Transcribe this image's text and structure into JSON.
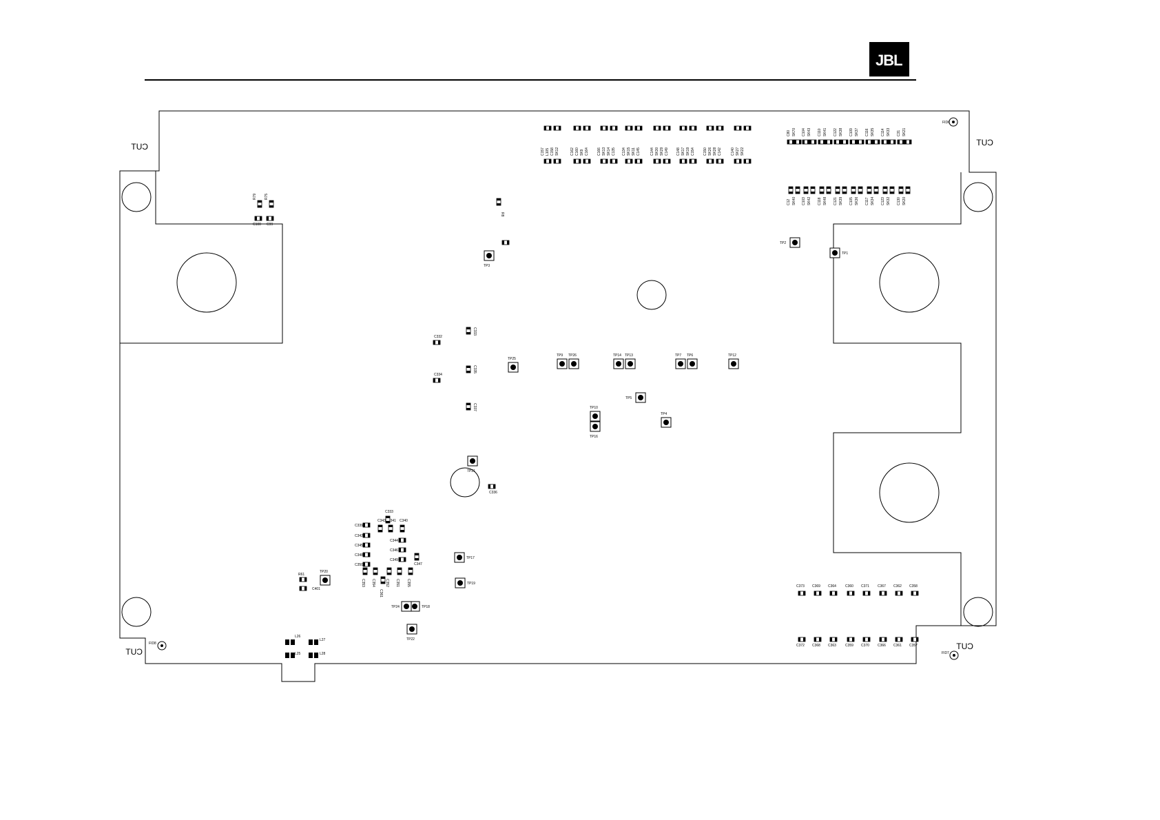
{
  "header": {
    "brand": "JBL"
  },
  "board": {
    "cut_labels": [
      "CUT",
      "CUT",
      "CUT",
      "CUT"
    ],
    "fiducials": [
      "FID6",
      "FID8",
      "FID7"
    ],
    "test_points": [
      "TP3",
      "TP25",
      "TP9",
      "TP26",
      "TP14",
      "TP13",
      "TP7",
      "TP6",
      "TP12",
      "TP5",
      "TP10",
      "TP16",
      "TP4",
      "TP1",
      "TP2",
      "TP21",
      "TP17",
      "TP19",
      "TP20",
      "TP18",
      "TP24",
      "TP22"
    ],
    "components_top": [
      "C157",
      "L105",
      "C158",
      "SK12",
      "C162",
      "C160",
      "SK9",
      "C164",
      "C166",
      "SK13",
      "SK14",
      "C135",
      "C134",
      "SK15",
      "SK11",
      "C145",
      "C144",
      "SK30",
      "SK29",
      "C149",
      "C148",
      "SK17",
      "SK19",
      "C154",
      "C150",
      "SK26",
      "SK28",
      "C142",
      "C140",
      "SK27",
      "SK22"
    ],
    "components_top_right": [
      "C80",
      "SK70",
      "C104",
      "SK43",
      "C110",
      "SK41",
      "C122",
      "SK38",
      "C109",
      "SK37",
      "C116",
      "SK35",
      "C114",
      "SK33",
      "C31",
      "SK21"
    ],
    "components_mid_right": [
      "C12",
      "SK40",
      "C103",
      "SK42",
      "C118",
      "SK48",
      "C121",
      "SK39",
      "C105",
      "SK36",
      "C117",
      "SK34",
      "C123",
      "SK32",
      "C130",
      "SK20"
    ],
    "components_left": [
      "R79",
      "R75",
      "C100",
      "C99",
      "R8",
      "C333",
      "C332",
      "C335",
      "C334",
      "C337",
      "C336",
      "TP21"
    ],
    "components_cluster": [
      "C339",
      "C342",
      "C345",
      "C348",
      "C350",
      "C343",
      "C341",
      "C333",
      "C340",
      "C344",
      "C346",
      "C349",
      "C347",
      "C353",
      "C354",
      "C352",
      "C351",
      "C355",
      "C361",
      "R61",
      "C401"
    ],
    "components_bottom_right_top": [
      "C373",
      "C369",
      "C364",
      "C360",
      "C371",
      "C367",
      "C362",
      "C358"
    ],
    "components_bottom_right_bottom": [
      "C372",
      "C368",
      "C363",
      "C359",
      "C370",
      "C366",
      "C361",
      "C357"
    ],
    "components_bottom_left": [
      "L26",
      "L27",
      "L25",
      "L28"
    ]
  }
}
